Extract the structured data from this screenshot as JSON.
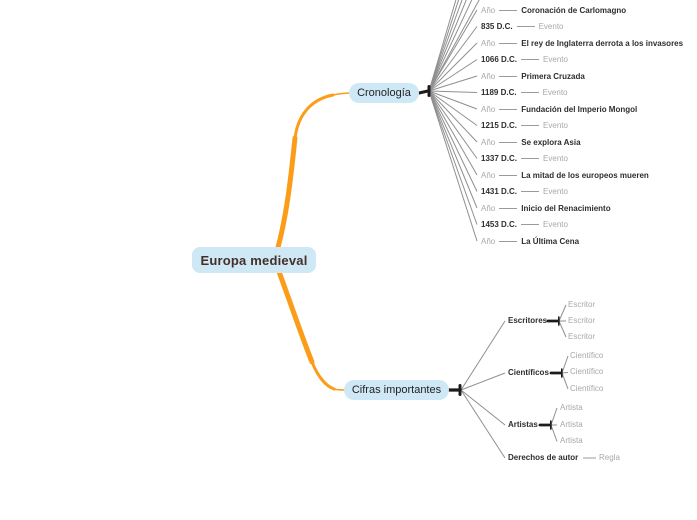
{
  "colors": {
    "accent_orange": "#fb9d18",
    "node_fill": "#cfe8f5",
    "root_text": "#43302a",
    "dark_text": "#2e2e2e",
    "muted_text": "#a8a8a8",
    "line_gray": "#8f8f8f",
    "stub_black": "#1c1c1c"
  },
  "root": {
    "label": "Europa medieval"
  },
  "cronologia": {
    "label": "Cronología",
    "rows": [
      {
        "left": "Año",
        "right": "Coronación de Carlomagno",
        "muted": "left"
      },
      {
        "left": "835 D.C.",
        "right": "Evento",
        "muted": "right"
      },
      {
        "left": "Año",
        "right": "El rey de Inglaterra derrota a los invasores",
        "muted": "left"
      },
      {
        "left": "1066 D.C.",
        "right": "Evento",
        "muted": "right"
      },
      {
        "left": "Año",
        "right": "Primera Cruzada",
        "muted": "left"
      },
      {
        "left": "1189 D.C.",
        "right": "Evento",
        "muted": "right"
      },
      {
        "left": "Año",
        "right": "Fundación del Imperio Mongol",
        "muted": "left"
      },
      {
        "left": "1215 D.C.",
        "right": "Evento",
        "muted": "right"
      },
      {
        "left": "Año",
        "right": "Se explora Asia",
        "muted": "left"
      },
      {
        "left": "1337 D.C.",
        "right": "Evento",
        "muted": "right"
      },
      {
        "left": "Año",
        "right": "La mitad de los europeos mueren",
        "muted": "left"
      },
      {
        "left": "1431 D.C.",
        "right": "Evento",
        "muted": "right"
      },
      {
        "left": "Año",
        "right": "Inicio del Renacimiento",
        "muted": "left"
      },
      {
        "left": "1453 D.C.",
        "right": "Evento",
        "muted": "right"
      },
      {
        "left": "Año",
        "right": "La Última Cena",
        "muted": "left"
      }
    ]
  },
  "cifras": {
    "label": "Cifras importantes",
    "groups": [
      {
        "label": "Escritores",
        "children": [
          "Escritor",
          "Escritor",
          "Escritor"
        ]
      },
      {
        "label": "Científicos",
        "children": [
          "Científico",
          "Científico",
          "Científico"
        ]
      },
      {
        "label": "Artistas",
        "children": [
          "Artista",
          "Artista",
          "Artista"
        ]
      },
      {
        "label": "Derechos de autor",
        "children": [
          "Regla"
        ]
      }
    ]
  }
}
